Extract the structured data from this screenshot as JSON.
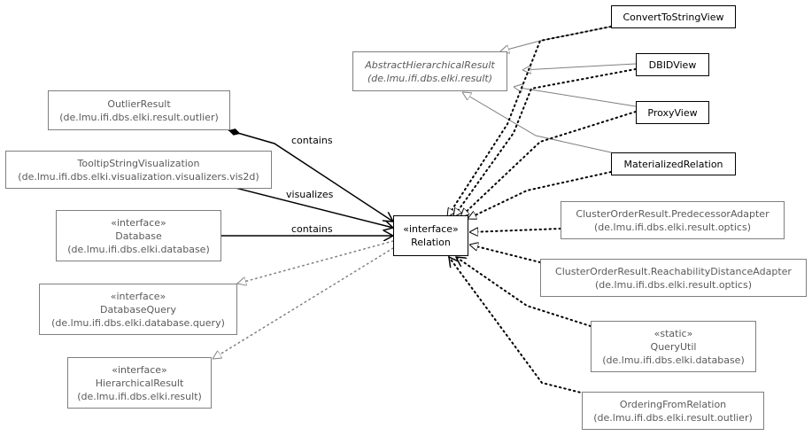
{
  "nodes": {
    "convert_to_string_view": {
      "name": "ConvertToStringView"
    },
    "dbid_view": {
      "name": "DBIDView"
    },
    "proxy_view": {
      "name": "ProxyView"
    },
    "materialized_relation": {
      "name": "MaterializedRelation"
    },
    "abstract_hierarchical_result": {
      "name": "AbstractHierarchicalResult",
      "package": "(de.lmu.ifi.dbs.elki.result)"
    },
    "outlier_result": {
      "name": "OutlierResult",
      "package": "(de.lmu.ifi.dbs.elki.result.outlier)"
    },
    "tooltip_string_visualization": {
      "name": "TooltipStringVisualization",
      "package": "(de.lmu.ifi.dbs.elki.visualization.visualizers.vis2d)"
    },
    "database": {
      "stereotype": "«interface»",
      "name": "Database",
      "package": "(de.lmu.ifi.dbs.elki.database)"
    },
    "relation": {
      "stereotype": "«interface»",
      "name": "Relation"
    },
    "database_query": {
      "stereotype": "«interface»",
      "name": "DatabaseQuery",
      "package": "(de.lmu.ifi.dbs.elki.database.query)"
    },
    "hierarchical_result": {
      "stereotype": "«interface»",
      "name": "HierarchicalResult",
      "package": "(de.lmu.ifi.dbs.elki.result)"
    },
    "predecessor_adapter": {
      "name": "ClusterOrderResult.PredecessorAdapter",
      "package": "(de.lmu.ifi.dbs.elki.result.optics)"
    },
    "reachability_adapter": {
      "name": "ClusterOrderResult.ReachabilityDistanceAdapter",
      "package": "(de.lmu.ifi.dbs.elki.result.optics)"
    },
    "query_util": {
      "stereotype": "«static»",
      "name": "QueryUtil",
      "package": "(de.lmu.ifi.dbs.elki.database)"
    },
    "ordering_from_relation": {
      "name": "OrderingFromRelation",
      "package": "(de.lmu.ifi.dbs.elki.result.outlier)"
    }
  },
  "edge_labels": {
    "outlier_contains": "contains",
    "tooltip_visualizes": "visualizes",
    "database_contains": "contains"
  },
  "colors": {
    "emphasis": "#000000",
    "muted": "#7f7f7f",
    "muted_text": "#5a5a5a"
  }
}
